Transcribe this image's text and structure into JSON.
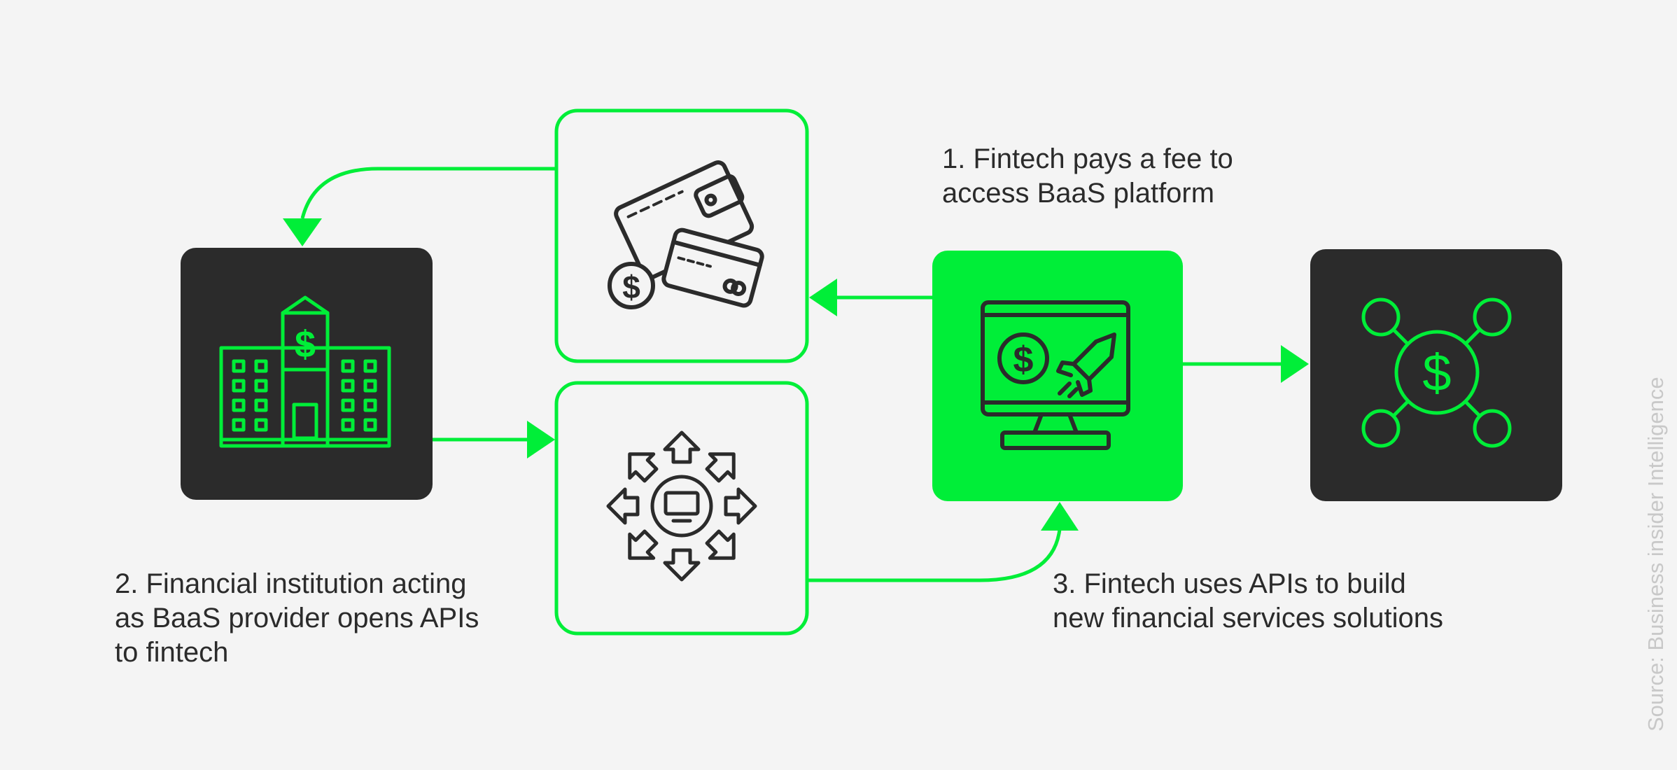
{
  "colors": {
    "background": "#f4f4f4",
    "accent": "#00ee38",
    "dark": "#2b2b2b",
    "white": "#f4f4f4",
    "source_text": "#c8c8c8"
  },
  "nodes": [
    {
      "id": "financial-institution",
      "style": "dark",
      "icon": "bank-building-dollar-icon"
    },
    {
      "id": "fee-payment",
      "style": "outlined",
      "icon": "wallet-card-coin-icon"
    },
    {
      "id": "api-distribution",
      "style": "outlined",
      "icon": "monitor-arrows-outward-icon"
    },
    {
      "id": "fintech",
      "style": "accent",
      "icon": "monitor-dollar-rocket-icon"
    },
    {
      "id": "financial-services-network",
      "style": "dark",
      "icon": "dollar-network-icon"
    }
  ],
  "steps": {
    "step1": "1. Fintech pays a fee to\naccess BaaS platform",
    "step2": "2. Financial institution acting\nas BaaS provider opens APIs\nto fintech",
    "step3": "3. Fintech uses APIs to build\nnew financial services solutions"
  },
  "source": "Source: Business insider Intelligence"
}
